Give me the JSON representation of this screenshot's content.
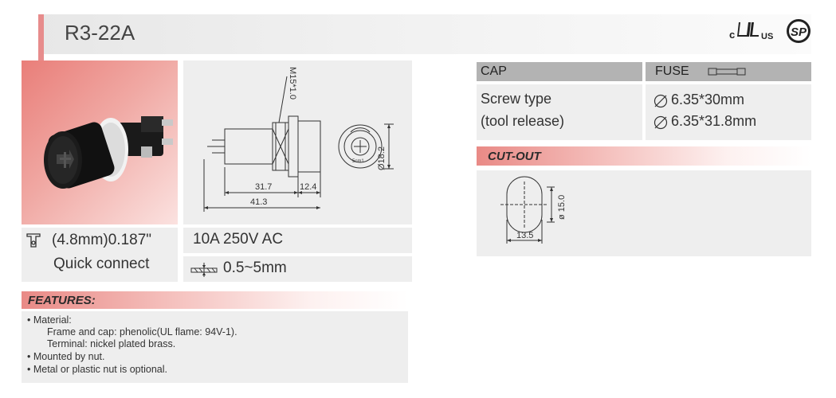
{
  "header": {
    "model": "R3-22A",
    "cert_ul": "cRUS",
    "cert_csa": "SP"
  },
  "drawing": {
    "thread": "M15*1.0",
    "dim_body": "31.7",
    "dim_cap": "12.4",
    "dim_total": "41.3",
    "dim_dia": "Ø18.2",
    "cap_text": "5cm1"
  },
  "terminal": {
    "line1": "(4.8mm)0.187\"",
    "line2": "Quick connect"
  },
  "rating": "10A 250V AC",
  "panel_thickness": "0.5~5mm",
  "features": {
    "heading": "FEATURES:",
    "lines": [
      "• Material:",
      "Frame and cap: phenolic(UL flame: 94V-1).",
      "Terminal: nickel plated brass.",
      "• Mounted by nut.",
      "• Metal or plastic nut is optional."
    ]
  },
  "spec_table": {
    "cap_header": "CAP",
    "fuse_header": "FUSE",
    "cap_line1": "Screw type",
    "cap_line2": "(tool release)",
    "fuse_line1": "6.35*30mm",
    "fuse_line2": "6.35*31.8mm"
  },
  "cutout": {
    "heading": "CUT-OUT",
    "dim_width": "13.5",
    "dim_dia": "ø 15.0"
  },
  "colors": {
    "accent": "#e78c8c",
    "panel_bg": "#eeeeee",
    "table_header": "#b3b3b3"
  }
}
